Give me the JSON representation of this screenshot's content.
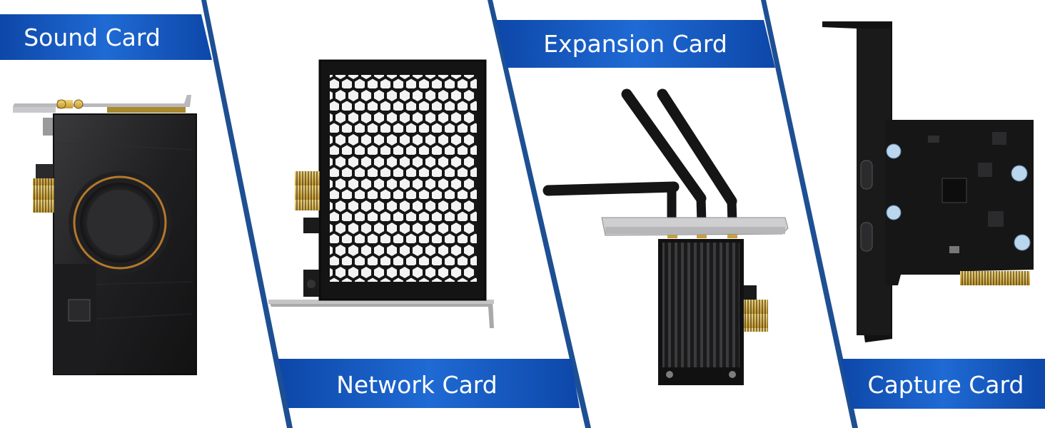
{
  "labels": {
    "sound": "Sound Card",
    "network": "Network Card",
    "expansion": "Expansion Card",
    "capture": "Capture Card"
  },
  "products": [
    {
      "name": "sound-card",
      "depiction": "pcie sound card with round speaker cover and gold jacks"
    },
    {
      "name": "network-card",
      "depiction": "black pcie card with hexagon vented cover"
    },
    {
      "name": "expansion-card",
      "depiction": "wifi pcie card with three antennas and finned heatsink"
    },
    {
      "name": "capture-card",
      "depiction": "bare pcb pcie card with two usb-c ports"
    }
  ],
  "colors": {
    "background": "#ffffff",
    "banner": "#1a63c8",
    "banner_dark": "#0d47a8",
    "divider": "#1d4f93",
    "text": "#ffffff"
  }
}
